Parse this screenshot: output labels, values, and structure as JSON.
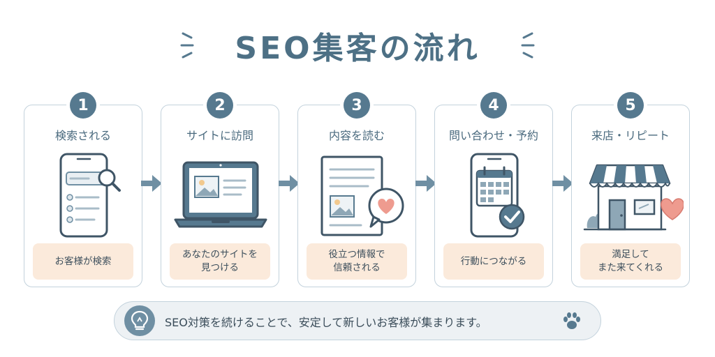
{
  "title": "SEO集客の流れ",
  "colors": {
    "primary": "#56798f",
    "caption_bg": "#fbeadb",
    "border": "#c3d2dc",
    "heart": "#ee9b8f",
    "footer_bg": "#edf1f4"
  },
  "steps": [
    {
      "number": "1",
      "title": "検索される",
      "caption": "お客様が検索",
      "icon": "smartphone-search-icon"
    },
    {
      "number": "2",
      "title": "サイトに訪問",
      "caption": "あなたのサイトを\n見つける",
      "icon": "laptop-icon"
    },
    {
      "number": "3",
      "title": "内容を読む",
      "caption": "役立つ情報で\n信頼される",
      "icon": "document-heart-icon"
    },
    {
      "number": "4",
      "title": "問い合わせ・予約",
      "caption": "行動につながる",
      "icon": "calendar-check-icon"
    },
    {
      "number": "5",
      "title": "来店・リピート",
      "caption": "満足して\nまた来てくれる",
      "icon": "store-heart-icon"
    }
  ],
  "footer": {
    "text": "SEO対策を続けることで、安定して新しいお客様が集まります。",
    "icon": "lightbulb-icon",
    "end_icon": "paw-icon"
  }
}
